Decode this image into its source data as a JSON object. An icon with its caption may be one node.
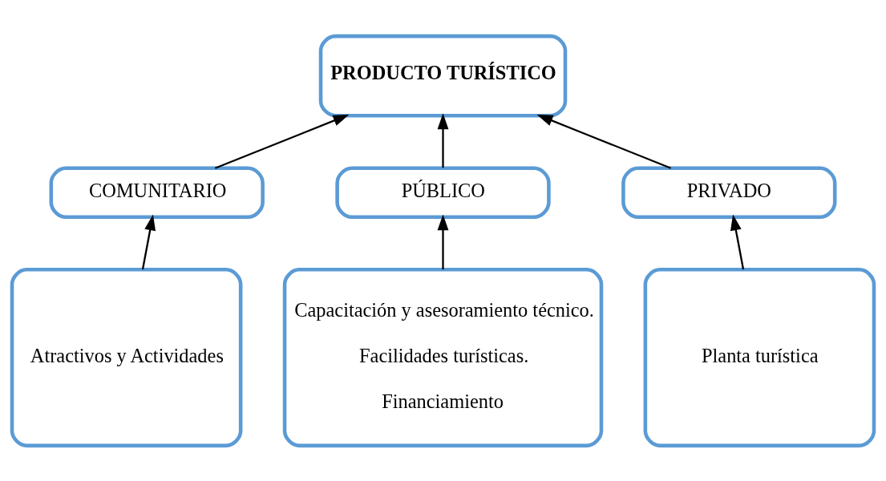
{
  "diagram": {
    "nodes": [
      {
        "text": [
          "PRODUCTO TURÍSTICO"
        ]
      },
      {
        "text": [
          "COMUNITARIO"
        ]
      },
      {
        "text": [
          "PÚBLICO"
        ]
      },
      {
        "text": [
          "PRIVADO"
        ]
      },
      {
        "text": [
          "Atractivos y Actividades"
        ]
      },
      {
        "text": [
          "Capacitación y asesoramiento técnico.",
          "Facilidades turísticas.",
          "Financiamiento"
        ]
      },
      {
        "text": [
          "Planta turística"
        ]
      }
    ],
    "edges": [
      {
        "from": 1,
        "to": 0,
        "arrow": "to"
      },
      {
        "from": 2,
        "to": 0,
        "arrow": "to"
      },
      {
        "from": 3,
        "to": 0,
        "arrow": "to"
      },
      {
        "from": 4,
        "to": 1,
        "arrow": "to"
      },
      {
        "from": 5,
        "to": 2,
        "arrow": "to"
      },
      {
        "from": 6,
        "to": 3,
        "arrow": "to"
      }
    ]
  }
}
